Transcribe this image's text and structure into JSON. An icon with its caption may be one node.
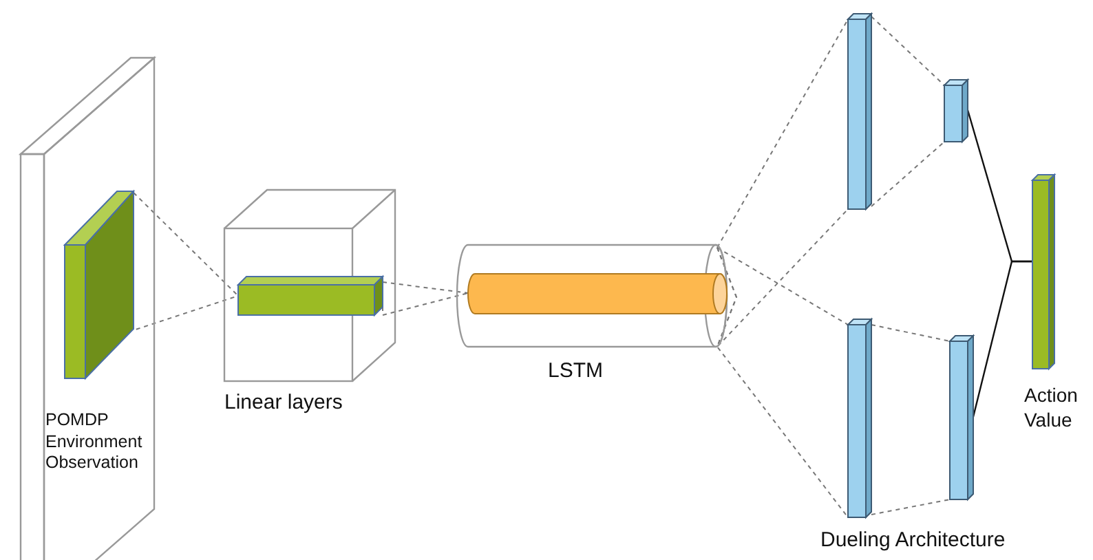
{
  "diagram": {
    "nodes": [
      {
        "text": [
          "POMDP Environment Observation"
        ]
      },
      {
        "text": [],
        "shape": "box",
        "in": 0
      },
      {
        "text": [
          "Linear layers"
        ]
      },
      {
        "text": [],
        "shape": "bar",
        "in": 2
      },
      {
        "text": [
          "LSTM"
        ]
      },
      {
        "text": [],
        "shape": "cylinder",
        "in": 4
      },
      {
        "text": [],
        "shape": "bar"
      },
      {
        "text": [],
        "shape": "bar"
      },
      {
        "text": [],
        "shape": "bar"
      },
      {
        "text": [],
        "shape": "bar"
      },
      {
        "text": [
          "Action Value"
        ]
      }
    ],
    "edges": [
      {
        "from": 1,
        "to": 3,
        "arrow": "none",
        "style": "dashed"
      },
      {
        "from": 3,
        "to": 5,
        "arrow": "none",
        "style": "dashed"
      },
      {
        "from": 4,
        "to": 6,
        "arrow": "none",
        "style": "dashed"
      },
      {
        "from": 4,
        "to": 8,
        "arrow": "none",
        "style": "dashed"
      },
      {
        "from": 6,
        "to": 7,
        "arrow": "none",
        "style": "dashed"
      },
      {
        "from": 8,
        "to": 9,
        "arrow": "none",
        "style": "dashed"
      },
      {
        "from": 7,
        "to": 10,
        "arrow": "none",
        "color": "#111111"
      },
      {
        "from": 9,
        "to": 10,
        "arrow": "none",
        "color": "#111111"
      }
    ],
    "labels": [
      "Dueling Architecture"
    ]
  }
}
